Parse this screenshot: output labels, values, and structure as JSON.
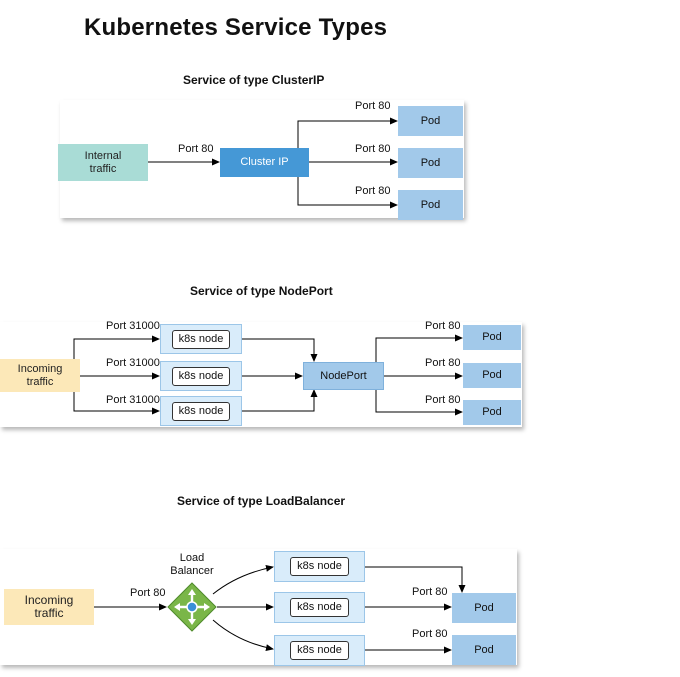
{
  "title": "Kubernetes Service Types",
  "clusterip": {
    "heading": "Service of type ClusterIP",
    "internal": "Internal traffic",
    "service": "Cluster IP",
    "in_port": "Port 80",
    "pod_port": "Port 80",
    "pod": "Pod"
  },
  "nodeport": {
    "heading": "Service of type NodePort",
    "incoming": "Incoming traffic",
    "node_port_label": "Port 31000",
    "node": "k8s node",
    "service": "NodePort",
    "pod_port": "Port 80",
    "pod": "Pod"
  },
  "loadbalancer": {
    "heading": "Service of type LoadBalancer",
    "incoming": "Incoming traffic",
    "lb_label": "Load Balancer",
    "in_port": "Port 80",
    "node": "k8s node",
    "pod_port": "Port 80",
    "pod": "Pod"
  },
  "colors": {
    "internal": "#a9dcd6",
    "incoming": "#fce8b8",
    "clusterip": "#4598d6",
    "pod": "#a2c9ea",
    "node": "#d9ecfa",
    "loadbalancer": "#7ab648"
  }
}
